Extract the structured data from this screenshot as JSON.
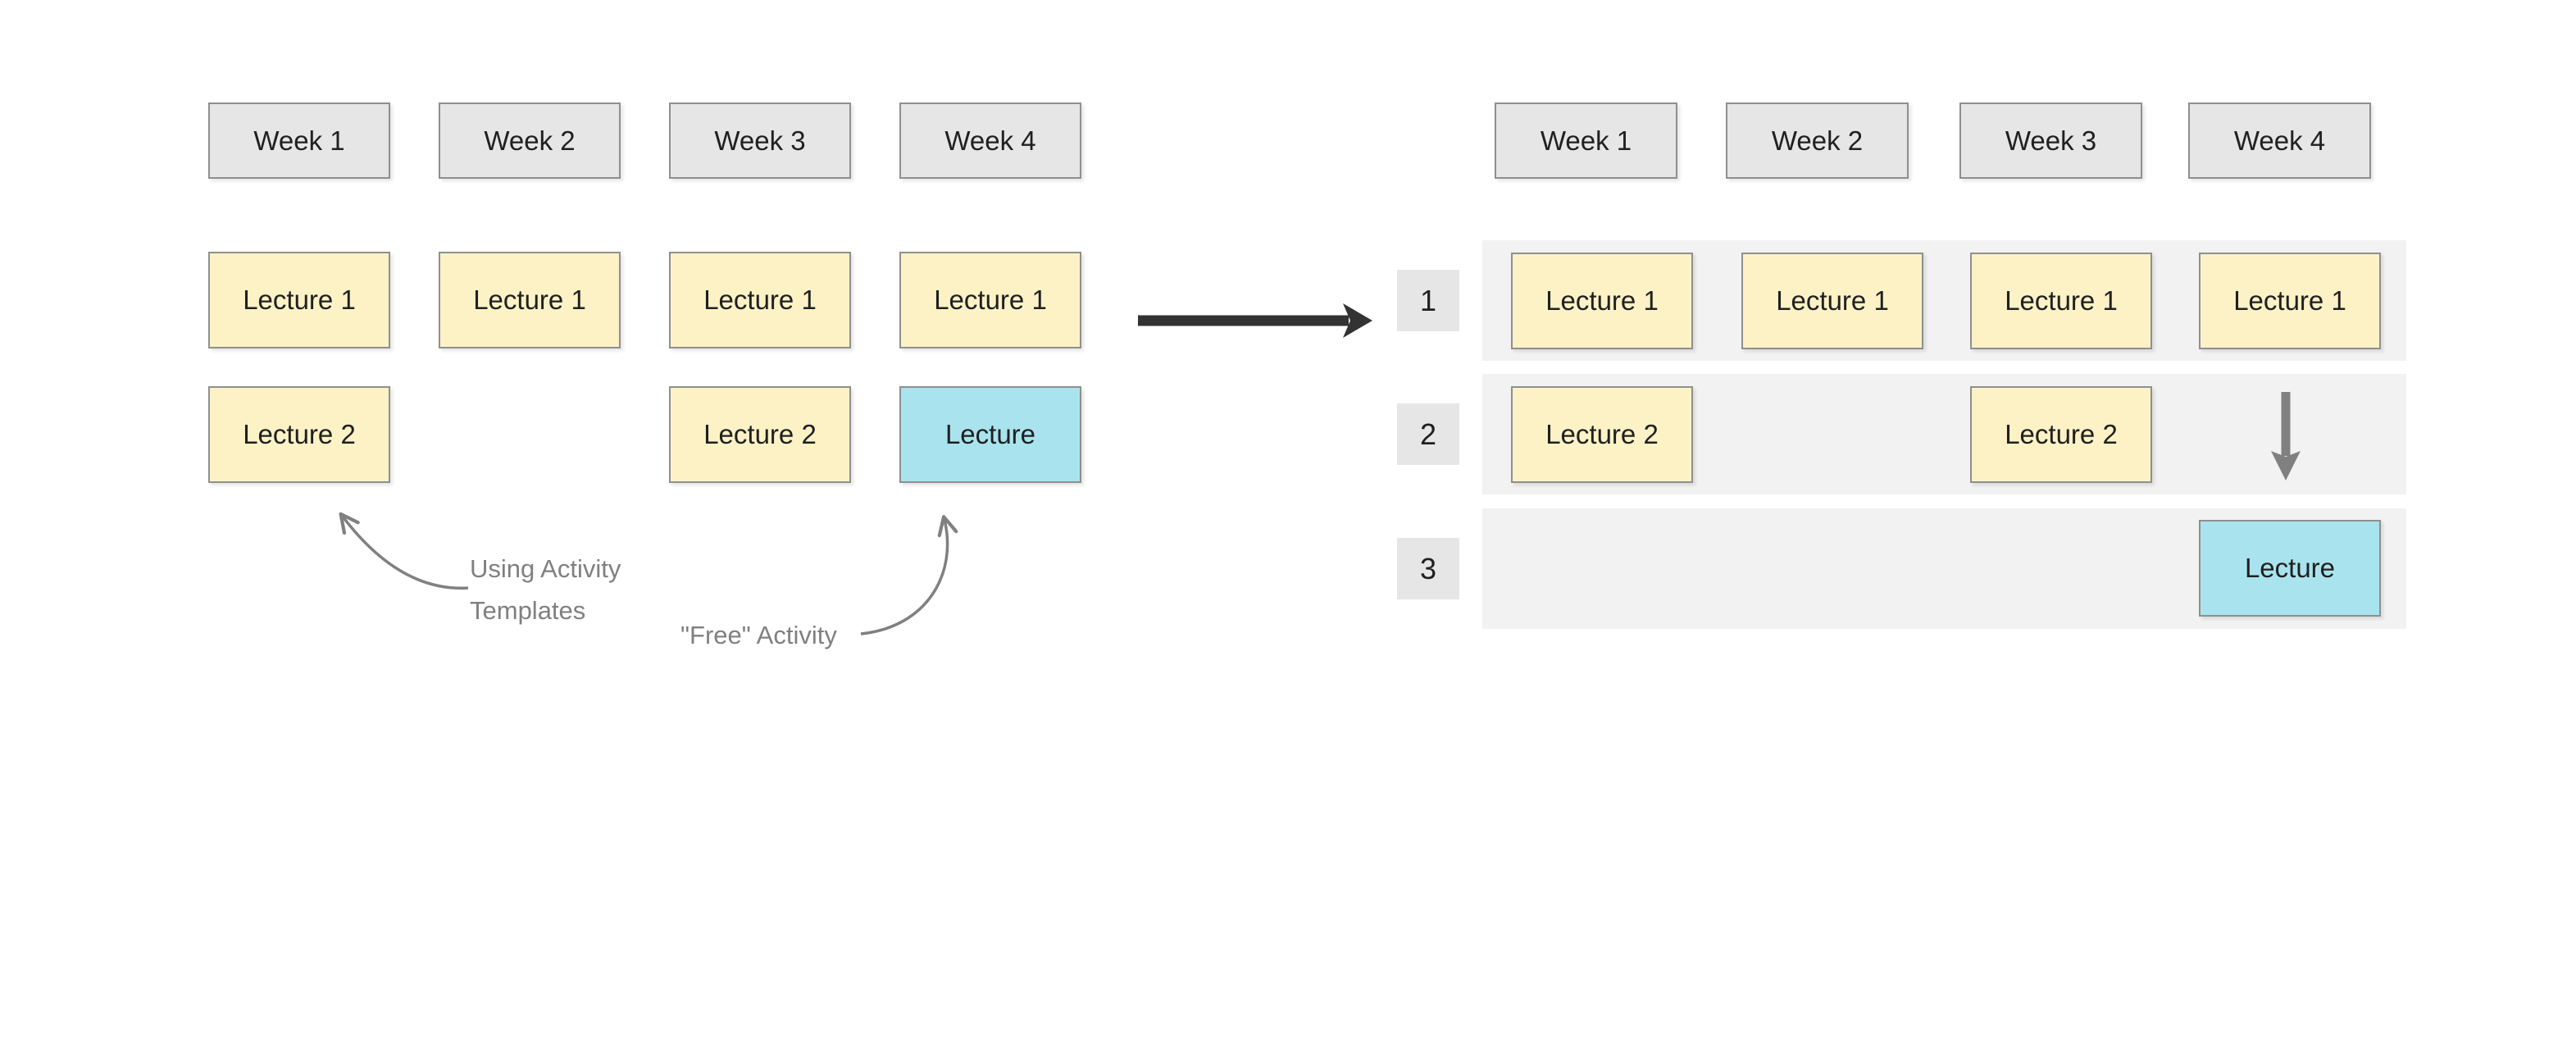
{
  "left_panel": {
    "week_headers": [
      "Week 1",
      "Week 2",
      "Week 3",
      "Week 4"
    ],
    "lecture_row1": [
      "Lecture 1",
      "Lecture 1",
      "Lecture 1",
      "Lecture 1"
    ],
    "lecture_row2": {
      "week1": "Lecture 2",
      "week3": "Lecture 2",
      "week4": "Lecture"
    },
    "annotations": {
      "templates_line1": "Using Activity",
      "templates_line2": "Templates",
      "free": "\"Free\" Activity"
    }
  },
  "right_panel": {
    "week_headers": [
      "Week 1",
      "Week 2",
      "Week 3",
      "Week 4"
    ],
    "row_numbers": [
      "1",
      "2",
      "3"
    ],
    "row1": [
      "Lecture 1",
      "Lecture 1",
      "Lecture 1",
      "Lecture 1"
    ],
    "row2": {
      "week1": "Lecture 2",
      "week3": "Lecture 2"
    },
    "row3": {
      "week4": "Lecture"
    }
  },
  "colors": {
    "week_box_fill": "#e6e6e6",
    "lecture_box_fill": "#fcf2c6",
    "free_box_fill": "#a9e4ee",
    "box_border": "#8f8f8f",
    "row_band_fill": "#f2f2f2",
    "row_number_fill": "#e6e6e6",
    "annotation_gray": "#808080",
    "transform_arrow": "#333333",
    "box_text": "#202020"
  }
}
